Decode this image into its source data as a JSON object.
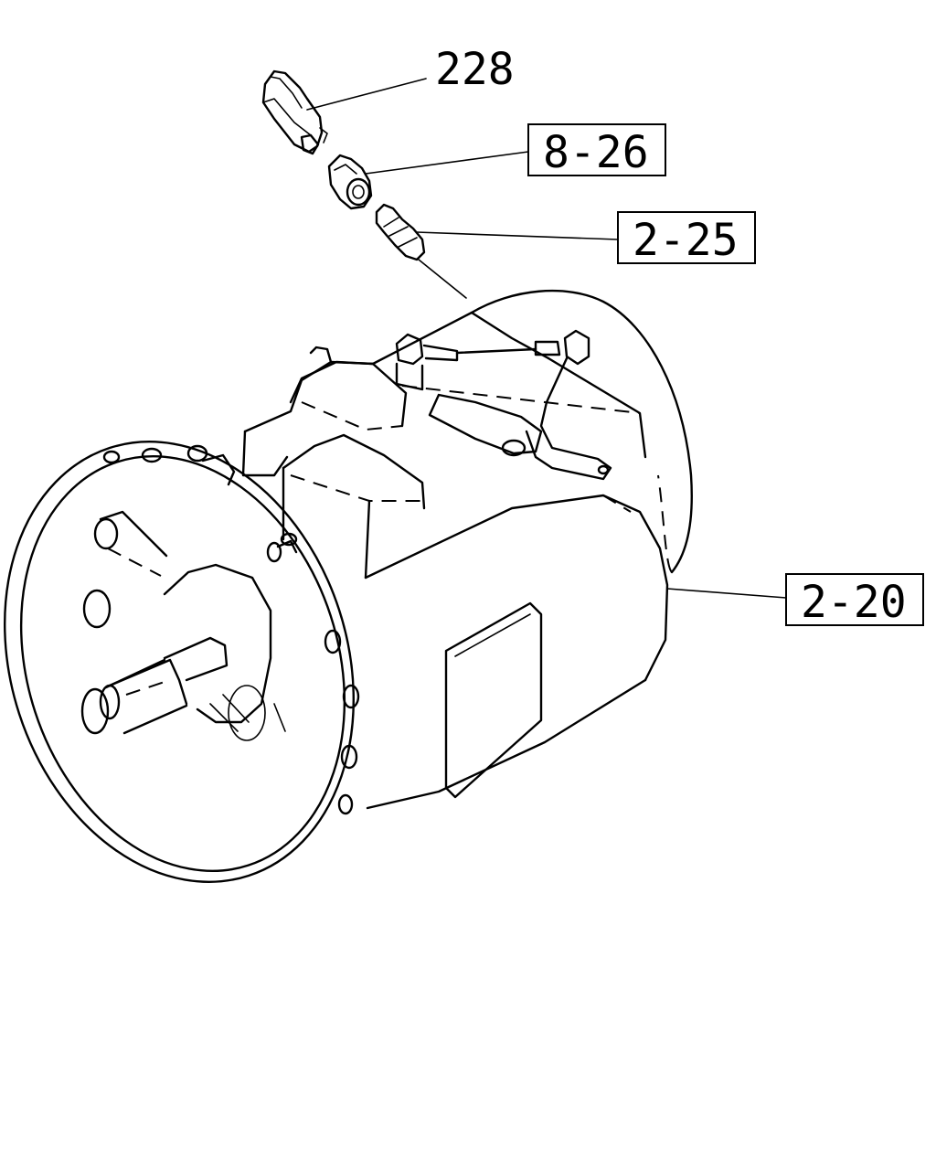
{
  "labels": {
    "part_228": "228",
    "part_8_26": "8-26",
    "part_2_25": "2-25",
    "part_2_20": "2-20"
  },
  "colors": {
    "ink": "#000000",
    "paper": "#ffffff"
  }
}
